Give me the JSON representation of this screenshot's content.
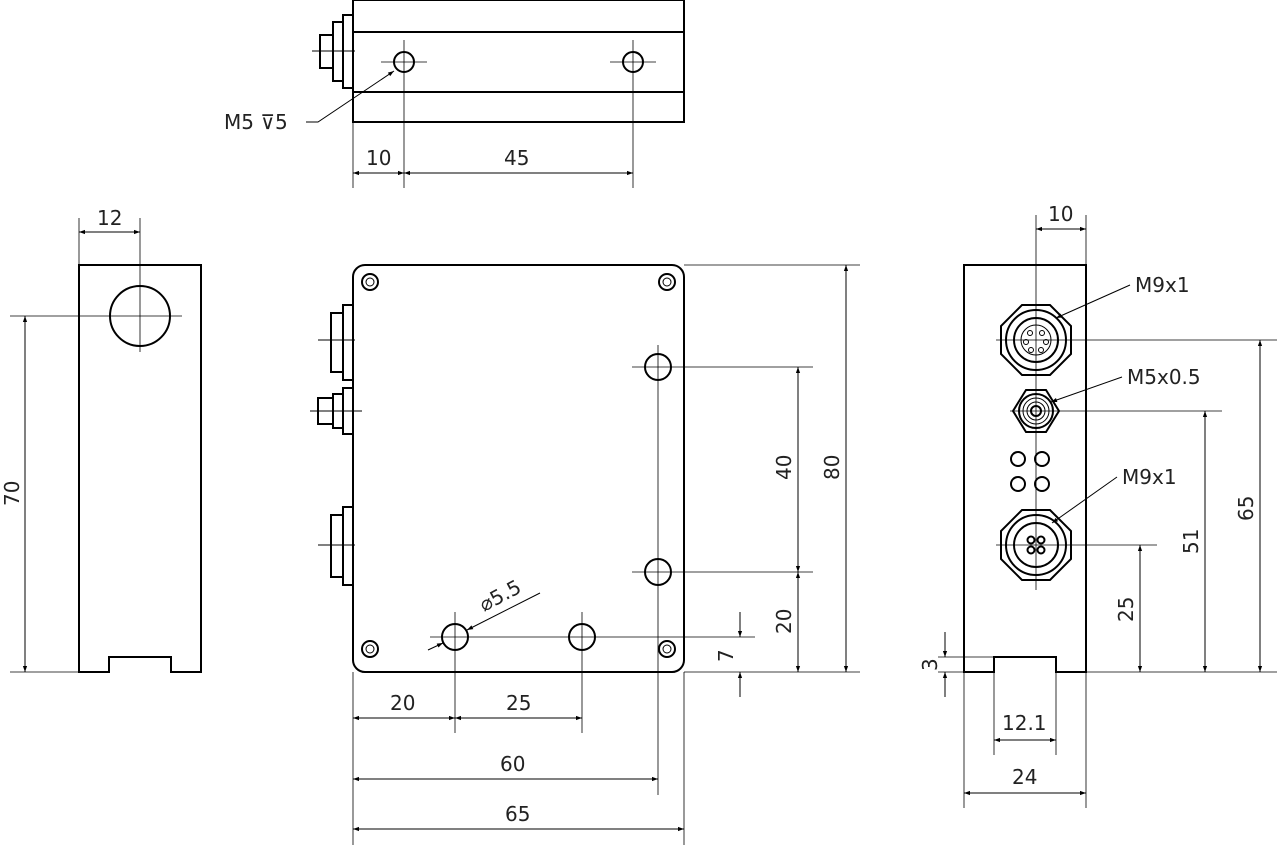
{
  "top_view": {
    "thread_callout": "M5 ⊽5",
    "dim_edge_to_hole": "10",
    "dim_hole_spacing": "45"
  },
  "left_view": {
    "dim_hole_offset": "12",
    "dim_hole_height": "70"
  },
  "front_view": {
    "hole_diameter": "⌀5.5",
    "dim_hole_spacing_vertical": "40",
    "dim_lower_hole_height": "20",
    "dim_total_height": "80",
    "dim_bottom_hole_height": "7",
    "dim_first_hole_x": "20",
    "dim_second_hole_spacing": "25",
    "dim_side_hole_x": "60",
    "dim_total_width": "65"
  },
  "right_view": {
    "connector_top": "M9x1",
    "connector_middle": "M5x0.5",
    "connector_bottom": "M9x1",
    "dim_top_offset": "10",
    "dim_top_connector_height": "65",
    "dim_middle_connector_height": "51",
    "dim_bottom_connector_height": "25",
    "dim_slot_depth": "3",
    "dim_slot_width": "12.1",
    "dim_total_width": "24"
  }
}
